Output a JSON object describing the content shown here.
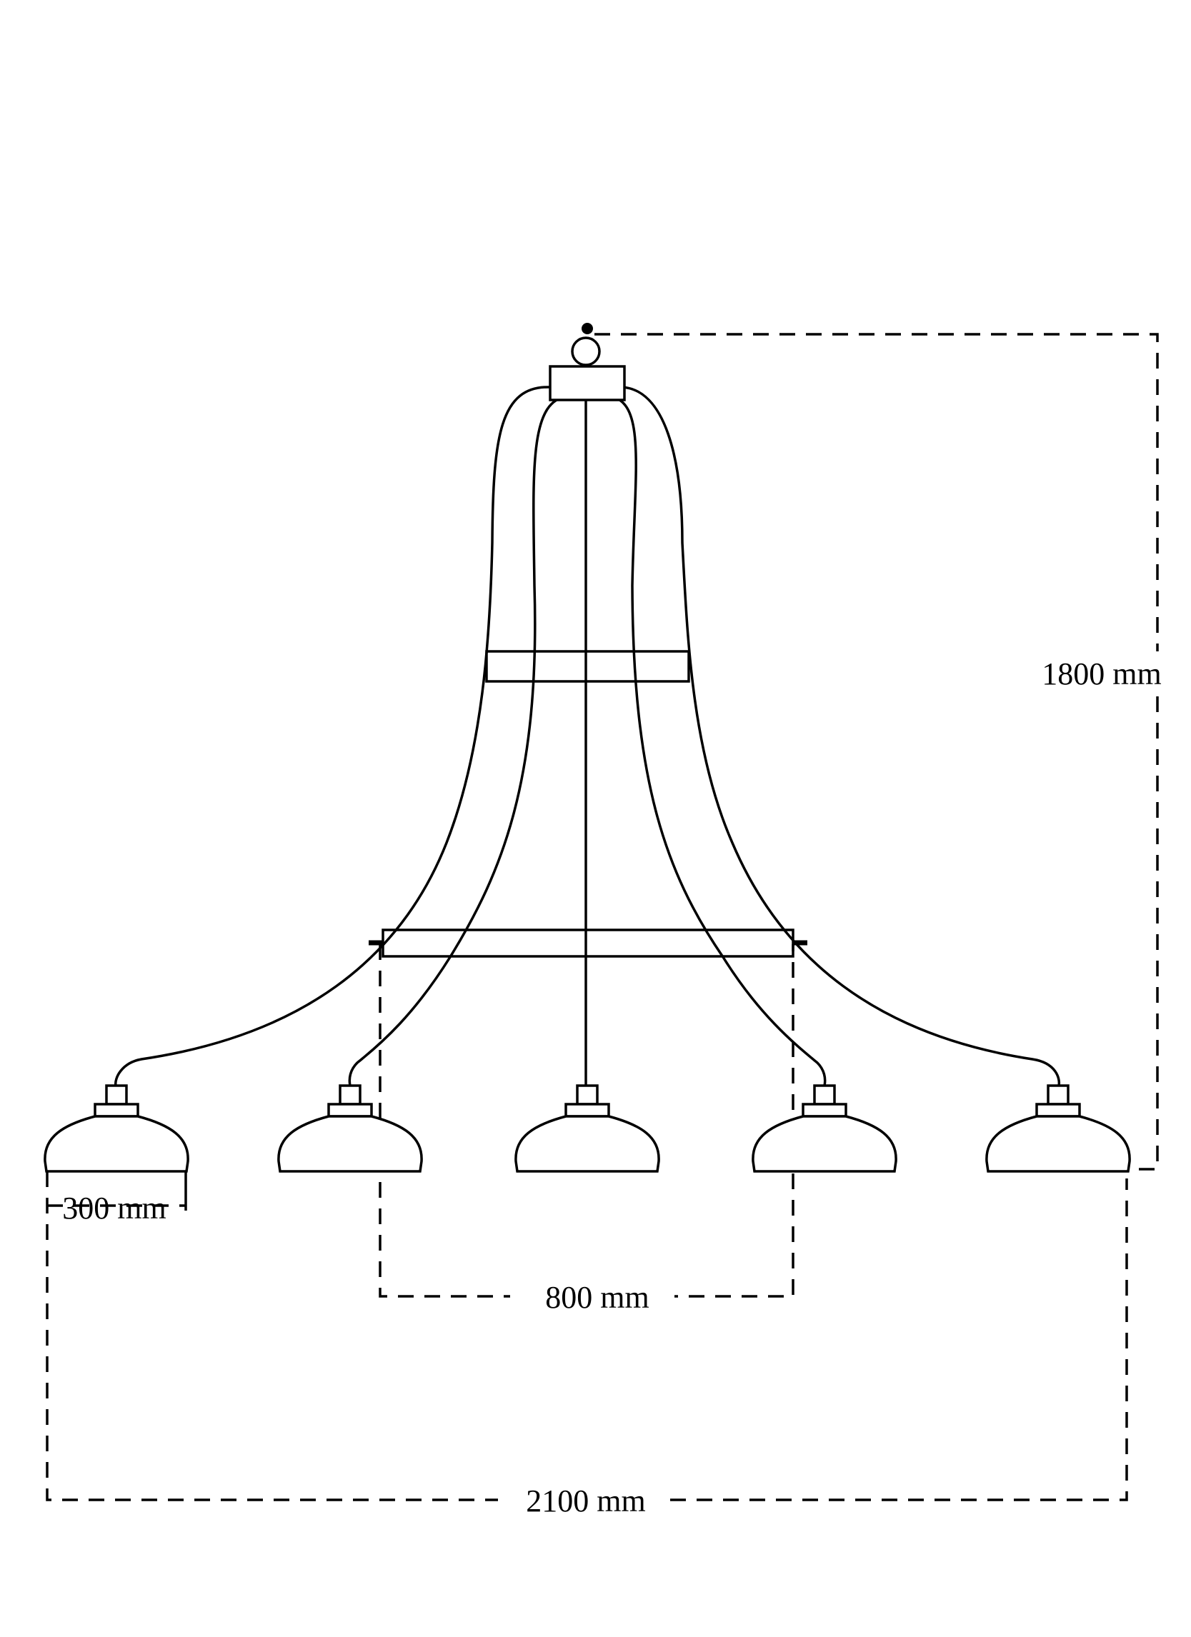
{
  "dimensions": {
    "height": "1800 mm",
    "width_total": "2100 mm",
    "frame_width": "800 mm",
    "shade_diameter": "300 mm"
  },
  "colors": {
    "line": "#000000",
    "background": "#ffffff"
  }
}
